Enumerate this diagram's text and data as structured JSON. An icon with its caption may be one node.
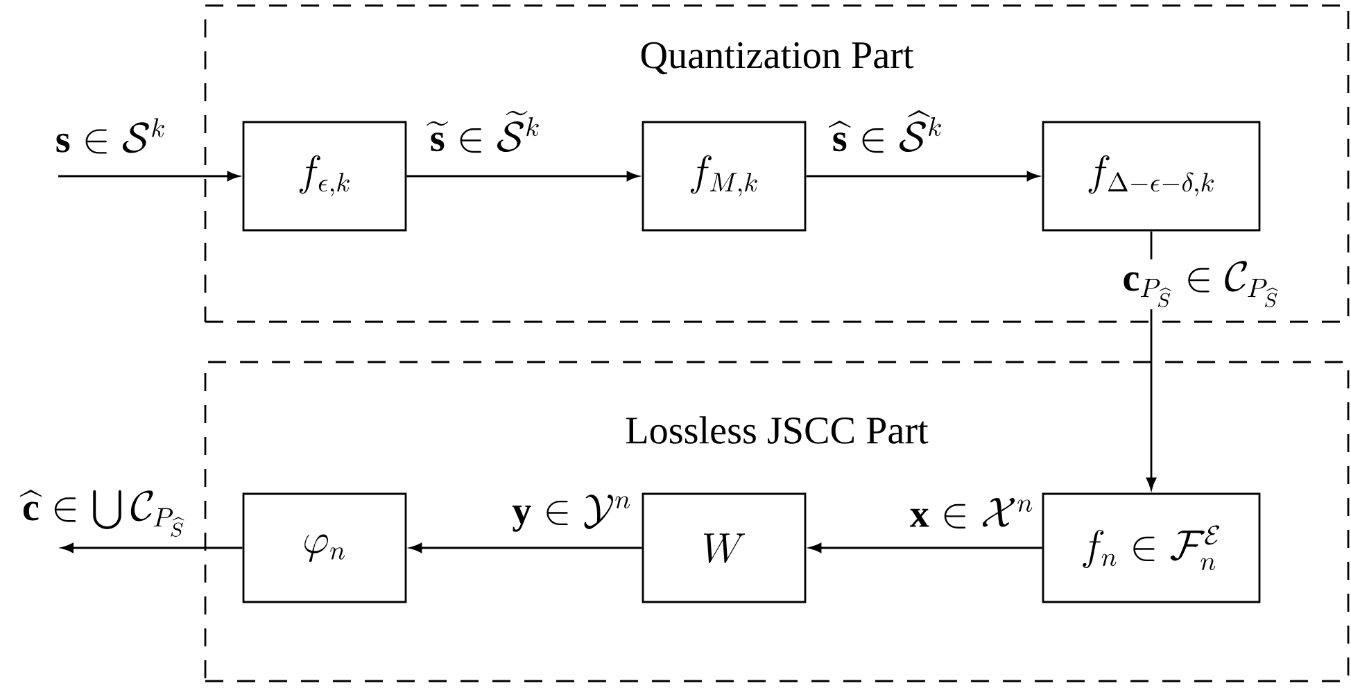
{
  "diagram": {
    "nodes": [
      {
        "text": [
          "Quantization Part"
        ]
      },
      {
        "text": [
          "f_{\\epsilon,k}"
        ],
        "in": 0
      },
      {
        "text": [
          "f_{M,k}"
        ],
        "in": 0
      },
      {
        "text": [
          "f_{\\Delta-\\epsilon-\\delta,k}"
        ],
        "in": 0
      },
      {
        "text": [
          "Lossless JSCC Part"
        ]
      },
      {
        "text": [
          "f_n \\in \\mathcal{F}_n^{\\mathcal{E}}"
        ],
        "in": 4
      },
      {
        "text": [
          "W"
        ],
        "in": 4
      },
      {
        "text": [
          "\\varphi_n"
        ],
        "in": 4
      }
    ],
    "edges": [
      {
        "from": null,
        "to": 1,
        "arrow": "to",
        "label": "\\mathbf{s} \\in \\mathcal{S}^k"
      },
      {
        "from": 1,
        "to": 2,
        "arrow": "to",
        "label": "\\widetilde{\\mathbf{s}} \\in \\widetilde{\\mathcal{S}}^k"
      },
      {
        "from": 2,
        "to": 3,
        "arrow": "to",
        "label": "\\widehat{\\mathbf{s}} \\in \\widehat{\\mathcal{S}}^k"
      },
      {
        "from": 3,
        "to": 5,
        "arrow": "to",
        "label": "\\mathbf{c}_{P_{\\widehat{S}}} \\in \\mathcal{C}_{P_{\\widehat{S}}}"
      },
      {
        "from": 5,
        "to": 6,
        "arrow": "to",
        "label": "\\mathbf{x} \\in \\mathcal{X}^n"
      },
      {
        "from": 6,
        "to": 7,
        "arrow": "to",
        "label": "\\mathbf{y} \\in \\mathcal{Y}^n"
      },
      {
        "from": 7,
        "to": null,
        "arrow": "to",
        "label": "\\widehat{\\mathbf{c}} \\in \\bigcup \\mathcal{C}_{P_{\\widehat{S}}}"
      }
    ]
  }
}
